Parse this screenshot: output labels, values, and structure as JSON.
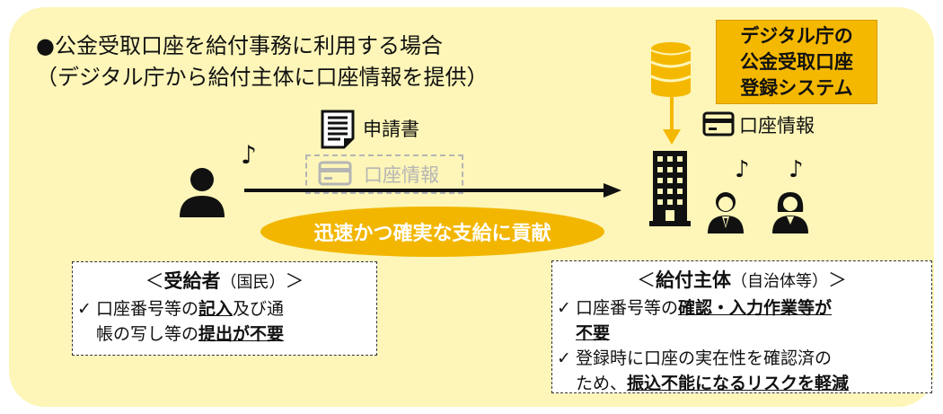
{
  "heading": {
    "line1": "●公金受取口座を給付事務に利用する場合",
    "line2": "（デジタル庁から給付主体に口座情報を提供）"
  },
  "system_box": {
    "line1": "デジタル庁の",
    "line2": "公金受取口座",
    "line3": "登録システム"
  },
  "labels": {
    "application": "申請書",
    "account_info_faded": "口座情報",
    "account_info": "口座情報",
    "benefit": "迅速かつ確実な支給に貢献"
  },
  "note_symbol": "♪",
  "check_symbol": "✓",
  "recipient_box": {
    "title_bold": "受給者",
    "title_rest": "（国民）",
    "title_open": "＜",
    "title_close": "＞",
    "t1": "口座番号等の",
    "t2": "記入",
    "t3": "及び通",
    "t4": "帳の写し等の",
    "t5": "提出が不要"
  },
  "provider_box": {
    "title_bold": "給付主体",
    "title_rest": "（自治体等）",
    "title_open": "＜",
    "title_close": "＞",
    "a1": "口座番号等の",
    "a2": "確認・入力作業等が",
    "a3": "不要",
    "b1": "登録時に口座の実在性を確認済の",
    "b2": "ため、",
    "b3": "振込不能になるリスクを軽減"
  },
  "colors": {
    "background": "#fdf6b8",
    "accent": "#f5b800",
    "faded": "#b5b5b5",
    "icon": "#111111"
  },
  "icons": [
    "person-icon",
    "document-icon",
    "card-icon",
    "database-icon",
    "building-icon",
    "official-man-icon",
    "official-woman-icon",
    "music-note-icon"
  ]
}
